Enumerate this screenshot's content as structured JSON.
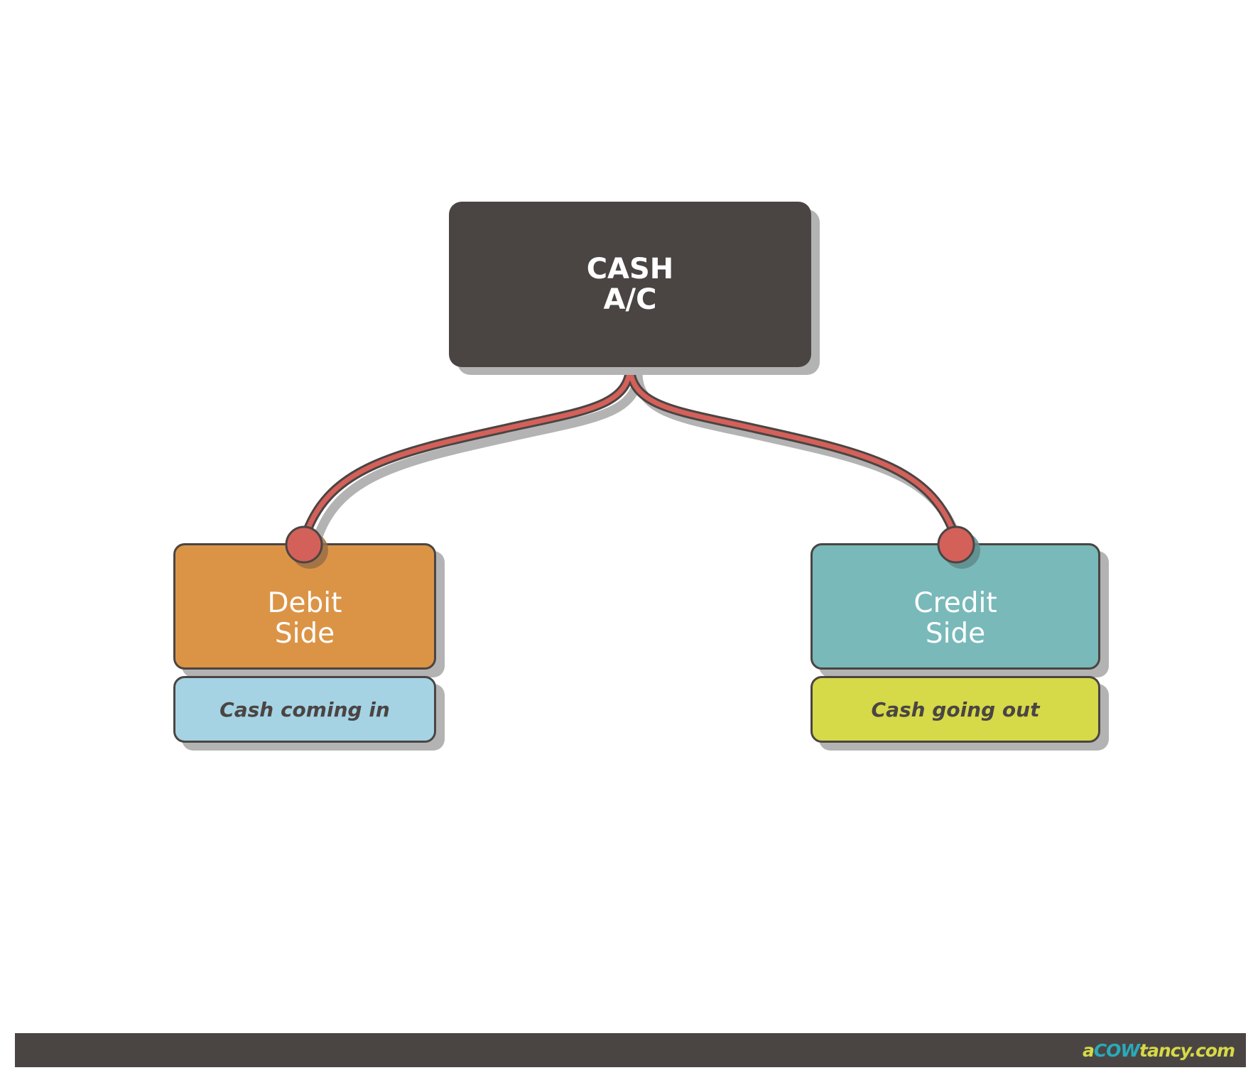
{
  "root": {
    "label": "CASH\nA/C",
    "color": "#4a4543"
  },
  "branches": [
    {
      "id": "debit",
      "label": "Debit\nSide",
      "color": "#db9446",
      "note": "Cash coming in",
      "note_color": "#a5d3e4"
    },
    {
      "id": "credit",
      "label": "Credit\nSide",
      "color": "#79b9b9",
      "note": "Cash going out",
      "note_color": "#d6d948"
    }
  ],
  "connector": {
    "color": "#d4605a",
    "outline": "#4a4543"
  },
  "footer": {
    "bar_color": "#4a4543",
    "brand": {
      "prefix": "a",
      "highlight": "COW",
      "suffix": "tancy.com",
      "prefix_color": "#d6d948",
      "highlight_color": "#2aa9b8",
      "suffix_color": "#d6d948"
    }
  }
}
